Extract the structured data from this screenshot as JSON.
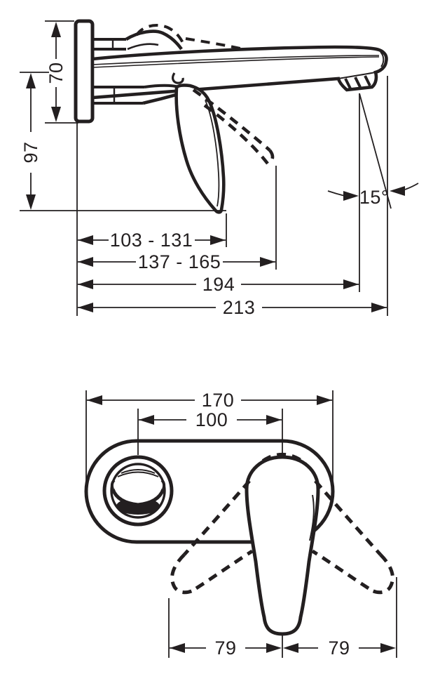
{
  "drawing": {
    "background": "#ffffff",
    "line_color": "#231f20",
    "side_view": {
      "plate_height": "70",
      "outlet_to_lever_height": "97",
      "lever_reach_range": "103 - 131",
      "lever_raised_reach_range": "137 - 165",
      "aerator_reach": "194",
      "spout_reach": "213",
      "spray_angle": "15°"
    },
    "front_view": {
      "plate_width": "170",
      "centers_distance": "100",
      "lever_swing_left": "79",
      "lever_swing_right": "79"
    }
  }
}
